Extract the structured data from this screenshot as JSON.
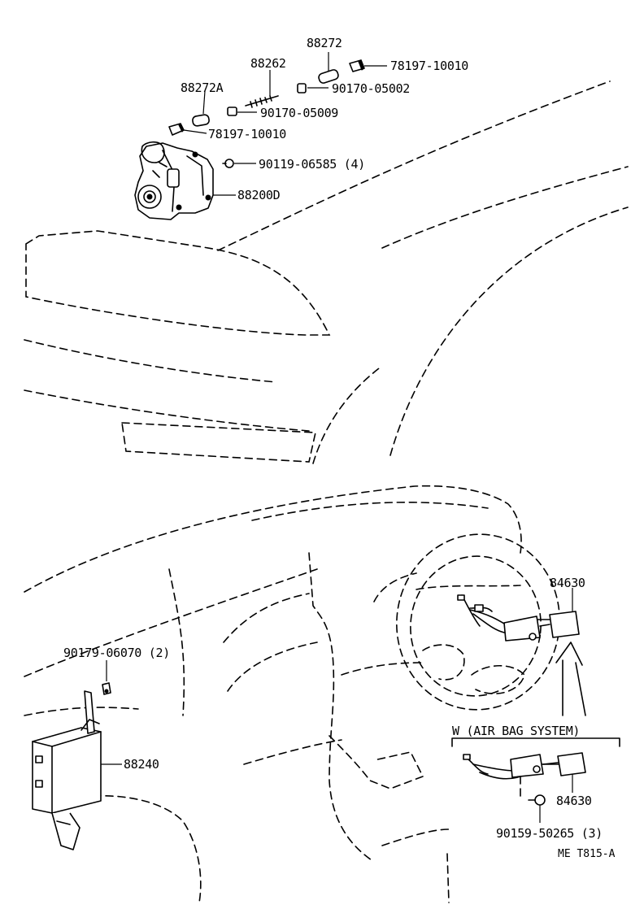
{
  "labels": {
    "p88272": "88272",
    "p78197_top": "78197-10010",
    "p88262": "88262",
    "p90170_05002": "90170-05002",
    "p88272a": "88272A",
    "p90170_05009": "90170-05009",
    "p78197_mid": "78197-10010",
    "p90119": "90119-06585 (4)",
    "p88200d": "88200D",
    "p84630_top": "84630",
    "p90179": "90179-06070 (2)",
    "p88240": "88240",
    "airbag_header": "W (AIR BAG SYSTEM)",
    "p84630_bottom": "84630",
    "p90159": "90159-50265 (3)",
    "figure_id": "ME T815-A"
  }
}
